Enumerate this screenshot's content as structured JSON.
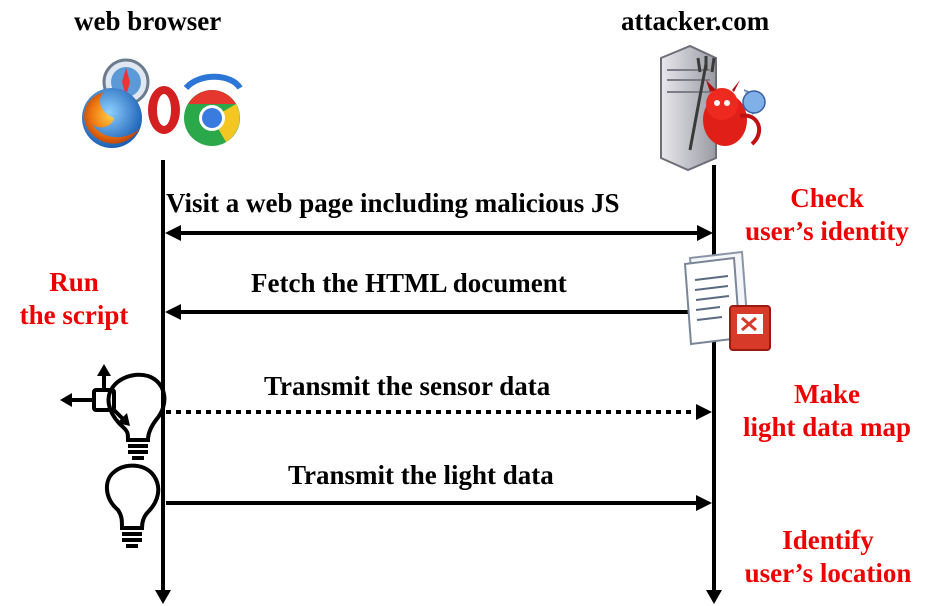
{
  "actors": {
    "browser": {
      "label": "web browser"
    },
    "server": {
      "label": "attacker.com"
    }
  },
  "messages": [
    {
      "label": "Visit a web page including malicious JS",
      "direction": "both",
      "style": "solid"
    },
    {
      "label": "Fetch the HTML document",
      "direction": "to-browser",
      "style": "solid"
    },
    {
      "label": "Transmit the sensor data",
      "direction": "to-server",
      "style": "dotted"
    },
    {
      "label": "Transmit the light data",
      "direction": "to-server",
      "style": "solid"
    }
  ],
  "notes": {
    "browser": {
      "line1": "Run",
      "line2": "the script"
    },
    "server": [
      {
        "line1": "Check",
        "line2": "user’s identity"
      },
      {
        "line1": "Make",
        "line2": "light data map"
      },
      {
        "line1": "Identify",
        "line2": "user’s location"
      }
    ]
  },
  "colors": {
    "note": "#ee0000",
    "line": "#000000"
  },
  "icons": {
    "browser": "browser-logos-icon",
    "server": "devil-server-icon",
    "document": "html-document-icon",
    "sensor": "move-arrows-icon",
    "bulb": "lightbulb-icon"
  }
}
